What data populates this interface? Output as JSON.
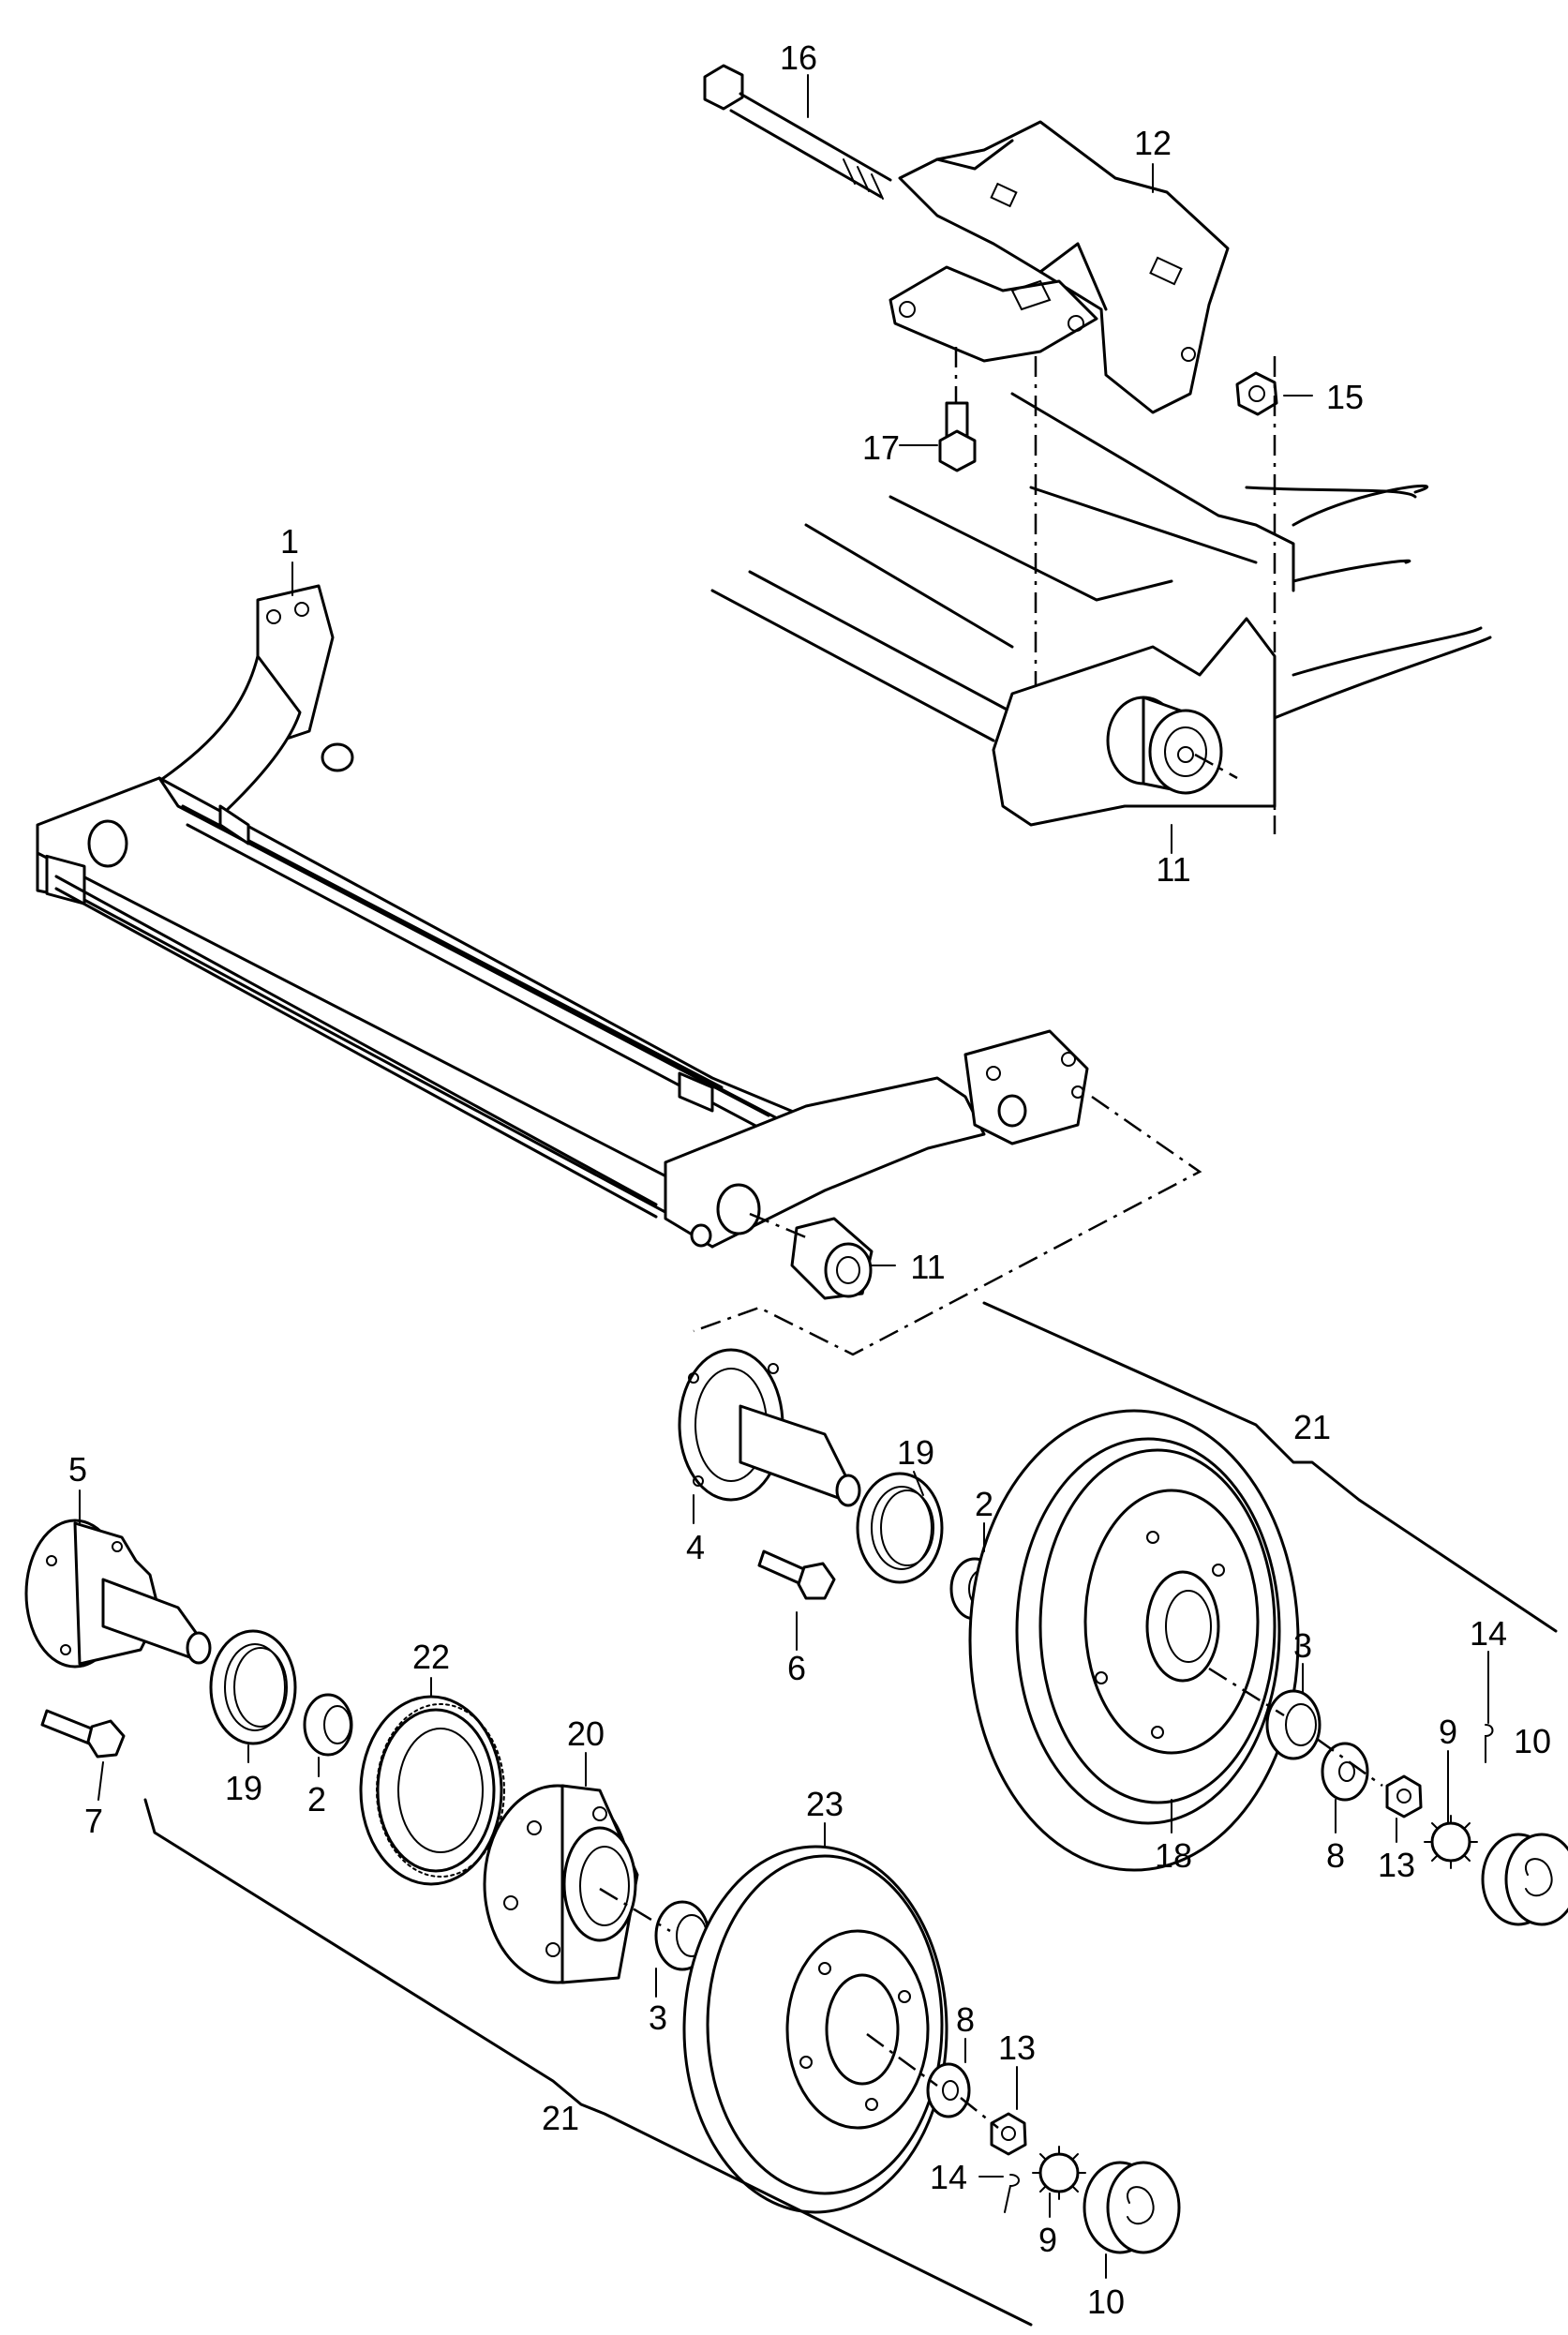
{
  "callouts": [
    {
      "id": "16"
    },
    {
      "id": "12"
    },
    {
      "id": "15"
    },
    {
      "id": "17"
    },
    {
      "id": "1"
    },
    {
      "id": "11"
    },
    {
      "id": "11"
    },
    {
      "id": "21"
    },
    {
      "id": "19"
    },
    {
      "id": "2"
    },
    {
      "id": "4"
    },
    {
      "id": "6"
    },
    {
      "id": "3"
    },
    {
      "id": "14"
    },
    {
      "id": "9"
    },
    {
      "id": "10"
    },
    {
      "id": "8"
    },
    {
      "id": "13"
    },
    {
      "id": "18"
    },
    {
      "id": "5"
    },
    {
      "id": "22"
    },
    {
      "id": "20"
    },
    {
      "id": "23"
    },
    {
      "id": "7"
    },
    {
      "id": "19"
    },
    {
      "id": "2"
    },
    {
      "id": "3"
    },
    {
      "id": "8"
    },
    {
      "id": "13"
    },
    {
      "id": "21"
    },
    {
      "id": "14"
    },
    {
      "id": "9"
    },
    {
      "id": "10"
    }
  ]
}
